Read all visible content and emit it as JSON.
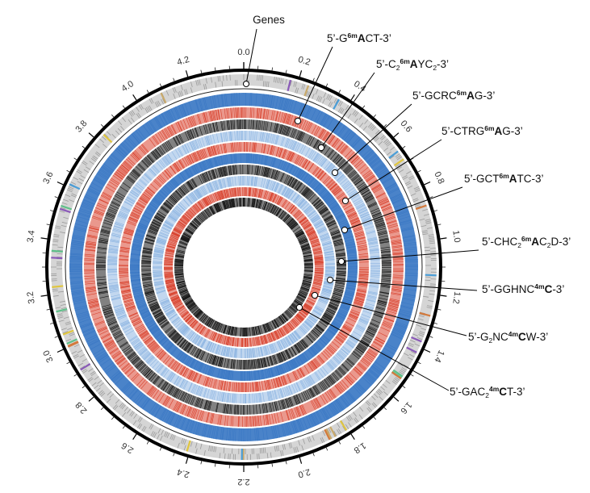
{
  "title": "",
  "colors": {
    "blue": "#3b78c4",
    "red": "#d8432f",
    "black": "#1a1a1a",
    "light_blue": "#8fb6e2",
    "gene_gray": "#9a9a9a",
    "background": "#ffffff"
  },
  "genome_axis": {
    "max": 4.4,
    "tick_labels": [
      "0.0",
      "0.2",
      "0.4",
      "0.6",
      "0.8",
      "1.0",
      "1.2",
      "1.4",
      "1.6",
      "1.8",
      "2.0",
      "2.2",
      "2.4",
      "2.6",
      "2.8",
      "3.0",
      "3.2",
      "3.4",
      "3.6",
      "3.8",
      "4.0",
      "4.2"
    ],
    "tick_values": [
      0.0,
      0.2,
      0.4,
      0.6,
      0.8,
      1.0,
      1.2,
      1.4,
      1.6,
      1.8,
      2.0,
      2.2,
      2.4,
      2.6,
      2.8,
      3.0,
      3.2,
      3.4,
      3.6,
      3.8,
      4.0,
      4.2
    ]
  },
  "genes_label": "Genes",
  "tracks": [
    {
      "id": "GATC_6mA_a",
      "color_key": "blue"
    },
    {
      "id": "GAYC",
      "color_key": "red"
    },
    {
      "id": "GCRC",
      "color_key": "black"
    },
    {
      "id": "CTRG",
      "color_key": "light_blue"
    },
    {
      "id": "GCTATC",
      "color_key": "red"
    },
    {
      "id": "CHCAC",
      "color_key": "blue"
    },
    {
      "id": "GGHNC",
      "color_key": "black"
    },
    {
      "id": "GNCCW",
      "color_key": "light_blue"
    },
    {
      "id": "GACCT",
      "color_key": "red"
    },
    {
      "id": "inner",
      "color_key": "black"
    }
  ],
  "annotations": [
    {
      "id": "a1",
      "parts": [
        {
          "t": "5’-G"
        },
        {
          "t": "6m",
          "k": "sup"
        },
        {
          "t": "A",
          "k": "bold"
        },
        {
          "t": "CT-3’"
        }
      ]
    },
    {
      "id": "a2",
      "parts": [
        {
          "t": "5’-C"
        },
        {
          "t": "2",
          "k": "sub"
        },
        {
          "t": "6m",
          "k": "sup"
        },
        {
          "t": "A",
          "k": "bold"
        },
        {
          "t": "YC"
        },
        {
          "t": "2",
          "k": "sub"
        },
        {
          "t": "-3’"
        }
      ]
    },
    {
      "id": "a3",
      "parts": [
        {
          "t": "5’-GCRC"
        },
        {
          "t": "6m",
          "k": "sup"
        },
        {
          "t": "A",
          "k": "bold"
        },
        {
          "t": "G-3’"
        }
      ]
    },
    {
      "id": "a4",
      "parts": [
        {
          "t": "5’-CTRG"
        },
        {
          "t": "6m",
          "k": "sup"
        },
        {
          "t": "A",
          "k": "bold"
        },
        {
          "t": "G-3’"
        }
      ]
    },
    {
      "id": "a5",
      "parts": [
        {
          "t": "5’-GCT"
        },
        {
          "t": "6m",
          "k": "sup"
        },
        {
          "t": "A",
          "k": "bold"
        },
        {
          "t": "TC-3’"
        }
      ]
    },
    {
      "id": "a6",
      "parts": [
        {
          "t": "5’-CHC"
        },
        {
          "t": "2",
          "k": "sub"
        },
        {
          "t": "6m",
          "k": "sup"
        },
        {
          "t": "A",
          "k": "bold"
        },
        {
          "t": "C"
        },
        {
          "t": "2",
          "k": "sub"
        },
        {
          "t": "D-3’"
        }
      ]
    },
    {
      "id": "a7",
      "parts": [
        {
          "t": "5’-GGHNC"
        },
        {
          "t": "4m",
          "k": "sup"
        },
        {
          "t": "C",
          "k": "bold"
        },
        {
          "t": "-3’"
        }
      ]
    },
    {
      "id": "a8",
      "parts": [
        {
          "t": "5’-G"
        },
        {
          "t": "2",
          "k": "sub"
        },
        {
          "t": "NC"
        },
        {
          "t": "4m",
          "k": "sup"
        },
        {
          "t": "C",
          "k": "bold"
        },
        {
          "t": "W-3’"
        }
      ]
    },
    {
      "id": "a9",
      "parts": [
        {
          "t": "5’-GAC"
        },
        {
          "t": "2",
          "k": "sub"
        },
        {
          "t": "4m",
          "k": "sup"
        },
        {
          "t": "C",
          "k": "bold"
        },
        {
          "t": "T-3’"
        }
      ]
    }
  ]
}
